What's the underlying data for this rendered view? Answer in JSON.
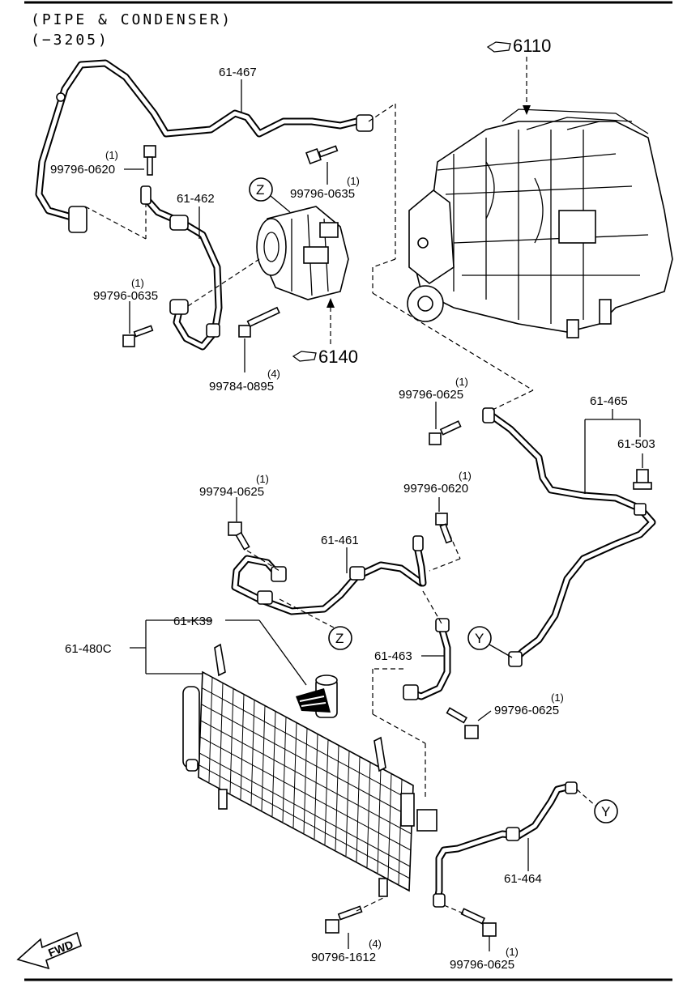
{
  "header": {
    "line1": "(PIPE & CONDENSER)",
    "line2": "(−3205)"
  },
  "references": [
    {
      "ref": "6110"
    },
    {
      "ref": "6140"
    }
  ],
  "callouts": {
    "z_top": "Z",
    "z_mid": "Z",
    "y_mid": "Y",
    "y_bottom": "Y"
  },
  "parts": {
    "p61_467": "61-467",
    "p61_462": "61-462",
    "p61_461": "61-461",
    "p61_463": "61-463",
    "p61_464": "61-464",
    "p61_465": "61-465",
    "p61_503": "61-503",
    "p61_k39": "61-K39",
    "p61_480c": "61-480C"
  },
  "bolts": {
    "b1": {
      "num": "99796-0620",
      "qty": "(1)"
    },
    "b2": {
      "num": "99796-0635",
      "qty": "(1)"
    },
    "b3": {
      "num": "99796-0635",
      "qty": "(1)"
    },
    "b4": {
      "num": "99784-0895",
      "qty": "(4)"
    },
    "b5": {
      "num": "99796-0625",
      "qty": "(1)"
    },
    "b6": {
      "num": "99794-0625",
      "qty": "(1)"
    },
    "b7": {
      "num": "99796-0620",
      "qty": "(1)"
    },
    "b8": {
      "num": "99796-0625",
      "qty": "(1)"
    },
    "b9": {
      "num": "90796-1612",
      "qty": "(4)"
    },
    "b10": {
      "num": "99796-0625",
      "qty": "(1)"
    }
  },
  "fwd_label": "FWD"
}
